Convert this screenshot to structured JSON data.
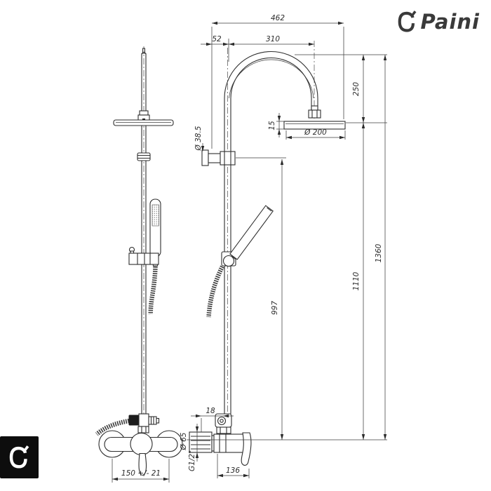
{
  "brand": {
    "name": "Paini"
  },
  "dimensions": {
    "total_width": "462",
    "wall_to_riser": "52",
    "riser_to_head": "310",
    "arc_to_head_drop": "250",
    "head_thickness": "15",
    "head_diameter": "Ø 200",
    "riser_diameter": "Ø 38.5",
    "total_height": "1360",
    "head_height": "1110",
    "bracket_height": "997",
    "wall_offset": "18",
    "escutcheon_diameter": "Ø 65",
    "thread_size": "G1/2\"",
    "body_depth": "136",
    "inlet_spacing": "150 +/- 21"
  }
}
